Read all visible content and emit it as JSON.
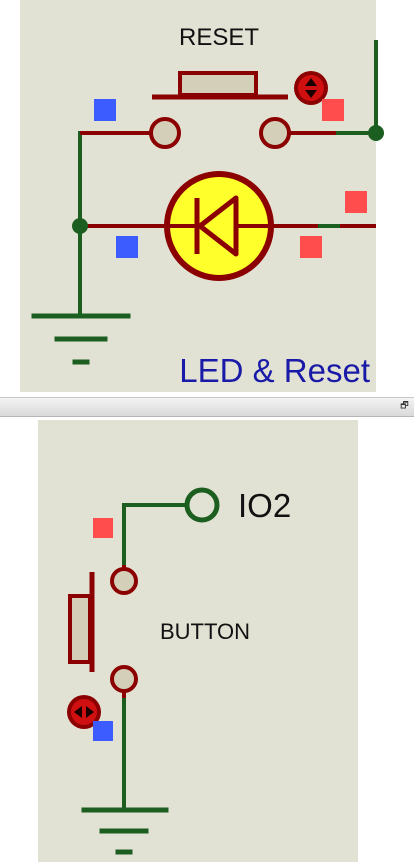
{
  "colors": {
    "sheet_background": "#e2e2d4",
    "wire": "#1b5e20",
    "component": "#8b0000",
    "component_fill": "#d4cfb9",
    "led_fill": "#ffff2b",
    "pin_marker_red": "#ff4d4d",
    "pin_marker_blue": "#3d5cff",
    "annotation_text": "#1a1aa8",
    "label_text": "#111111"
  },
  "top_pane": {
    "reset_label": "RESET",
    "annotation": "LED & Reset"
  },
  "divider": {
    "restore_icon": "restore-icon"
  },
  "bottom_pane": {
    "terminal_label": "IO2",
    "button_label": "BUTTON"
  }
}
